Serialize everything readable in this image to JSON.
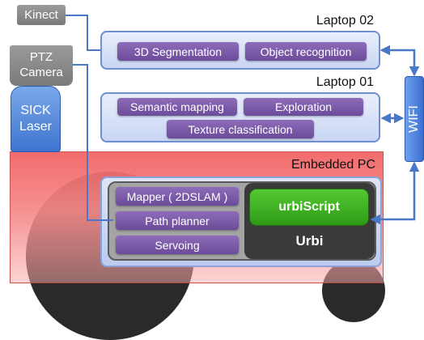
{
  "nodes": {
    "kinect": "Kinect",
    "ptz": [
      "PTZ",
      "Camera"
    ],
    "sick": [
      "SICK",
      "Laser"
    ],
    "wifi": "WIFI"
  },
  "laptop02": {
    "title": "Laptop 02",
    "modules": [
      "3D Segmentation",
      "Object recognition"
    ]
  },
  "laptop01": {
    "title": "Laptop 01",
    "modules": [
      "Semantic mapping",
      "Exploration",
      "Texture classification"
    ]
  },
  "embedded": {
    "title": "Embedded PC",
    "modules": [
      "Mapper ( 2DSLAM )",
      "Path planner",
      "Servoing"
    ],
    "urbiscript": "urbiScript",
    "urbi": "Urbi"
  },
  "colors": {
    "module_purple": "#7a5aa8",
    "laptop_border": "#6f8fd1",
    "embedded_red": "#f56b6b",
    "urbiscript_green": "#3cb11f",
    "urbi_dark": "#3a3a3a",
    "wheel": "#2a2a2a",
    "wifi_blue": "#4a7fd6"
  }
}
